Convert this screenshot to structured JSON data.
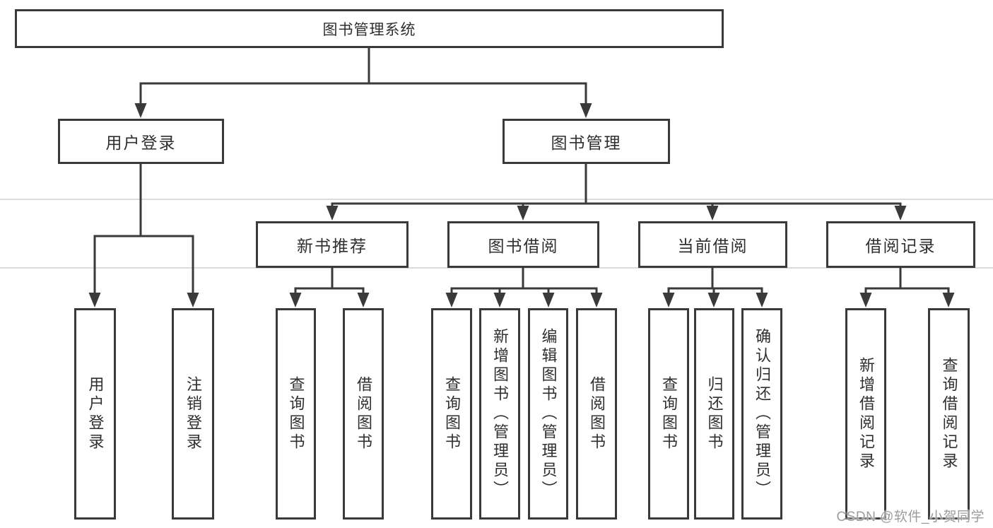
{
  "diagram": {
    "title": "图书管理系统",
    "level2": [
      "用户登录",
      "图书管理"
    ],
    "level3": [
      "新书推荐",
      "图书借阅",
      "当前借阅",
      "借阅记录"
    ],
    "leaves": {
      "userLogin": [
        "用户登录",
        "注销登录"
      ],
      "newBooks": [
        "查询图书",
        "借阅图书"
      ],
      "bookBorrow": [
        "查询图书",
        "新增图书（管理员）",
        "编辑图书（管理员）",
        "借阅图书"
      ],
      "currentBorrow": [
        "查询图书",
        "归还图书",
        "确认归还（管理员）"
      ],
      "borrowRecords": [
        "新增借阅记录",
        "查询借阅记录"
      ]
    }
  },
  "watermark": "CSDN @软件_小贺同学",
  "colors": {
    "line": "#3a3a3a",
    "text": "#2f2f2f",
    "watermark": "#9c9c9c",
    "background": "#ffffff"
  }
}
